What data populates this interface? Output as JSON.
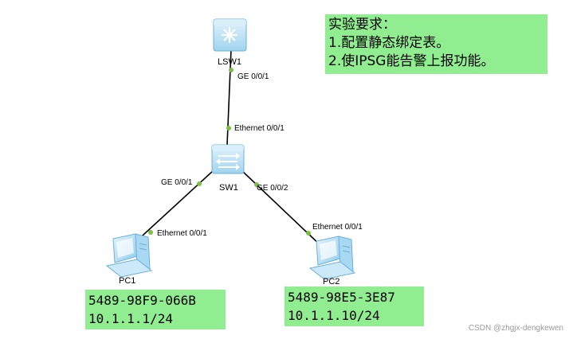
{
  "requirements": {
    "title": "实验要求：",
    "items": [
      "1.配置静态绑定表。",
      "2.使IPSG能告警上报功能。"
    ]
  },
  "devices": {
    "lsw1": "LSW1",
    "sw1": "SW1",
    "pc1": "PC1",
    "pc2": "PC2"
  },
  "ports": {
    "lsw1_ge": "GE 0/0/1",
    "sw1_eth": "Ethernet 0/0/1",
    "sw1_ge1": "GE 0/0/1",
    "sw1_ge2": "GE 0/0/2",
    "pc1_eth": "Ethernet 0/0/1",
    "pc2_eth": "Ethernet 0/0/1"
  },
  "pc1_info": {
    "mac": "5489-98F9-066B",
    "ip": "10.1.1.1/24"
  },
  "pc2_info": {
    "mac": "5489-98E5-3E87",
    "ip": "10.1.1.10/24"
  },
  "watermark": "CSDN @zhgjx-dengkewen",
  "colors": {
    "note_bg": "#90ee90",
    "link": "#000000",
    "port_dot": "#7ac143",
    "device": "#bfe3f7"
  }
}
